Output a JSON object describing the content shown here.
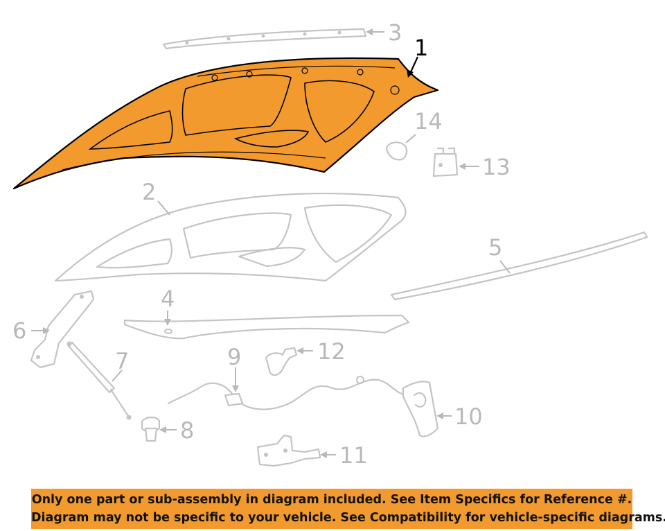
{
  "callouts": {
    "c1": "1",
    "c2": "2",
    "c3": "3",
    "c4": "4",
    "c5": "5",
    "c6": "6",
    "c7": "7",
    "c8": "8",
    "c9": "9",
    "c10": "10",
    "c11": "11",
    "c12": "12",
    "c13": "13",
    "c14": "14"
  },
  "highlighted_part": "1",
  "colors": {
    "highlight": "#f29a2e",
    "ghost": "#c4c4c4",
    "outline": "#000000",
    "notice_bg": "#f29a2e"
  },
  "notice": {
    "line1": "Only one part or sub-assembly in diagram included. See Item Specifics for Reference #.",
    "line2": "Diagram may not be specific to your vehicle. See Compatibility for vehicle-specific diagrams."
  }
}
